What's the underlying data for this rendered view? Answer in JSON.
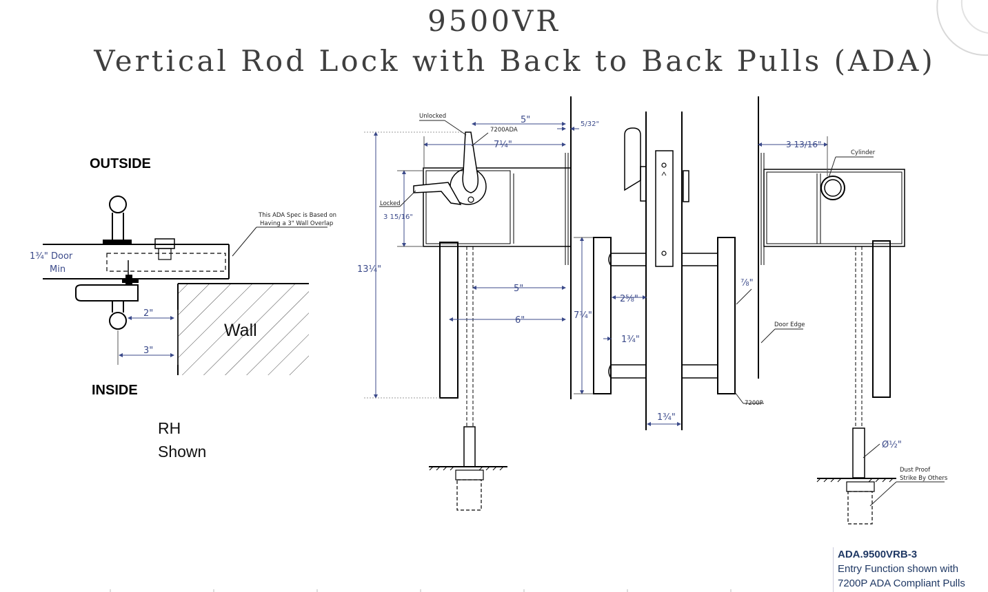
{
  "title": {
    "model": "9500VR",
    "subtitle": "Vertical Rod Lock with Back to Back Pulls (ADA)"
  },
  "left_view": {
    "outside_label": "OUTSIDE",
    "inside_label": "INSIDE",
    "door_dim": "1¾\" Door",
    "door_min": "Min",
    "dim_2": "2\"",
    "dim_3": "3\"",
    "wall_label": "Wall",
    "rh": "RH",
    "shown": "Shown",
    "note_line1": "This ADA Spec is Based on",
    "note_line2": "Having a 3\" Wall Overlap"
  },
  "side_view": {
    "unlocked": "Unlocked",
    "locked": "Locked",
    "model_7200ada": "7200ADA",
    "dim_5_top": "5\"",
    "dim_5_32": "5/32\"",
    "dim_7_1_4": "7¼\"",
    "dim_3_15_16": "3 15/16\"",
    "dim_13_1_4": "13¼\"",
    "dim_5_mid": "5\"",
    "dim_6": "6\"",
    "dim_7_3_4": "7¾\""
  },
  "front_view": {
    "dim_2_5_8": "2⅝\"",
    "dim_1_3_4_a": "1¾\"",
    "dim_1_3_4_b": "1¾\"",
    "dim_7_8": "⅞\"",
    "model_7200p": "7200P"
  },
  "right_view": {
    "dim_3_13_16": "3 13/16\"",
    "cylinder": "Cylinder",
    "door_edge": "Door Edge",
    "dia_1_2": "Ø½\"",
    "dust_proof": "Dust Proof",
    "strike": "Strike By Others"
  },
  "footer_note": {
    "code": "ADA.9500VRB-3",
    "line1": "Entry Function shown with",
    "line2": "7200P ADA Compliant Pulls"
  },
  "colors": {
    "dimension": "#3b4a8a",
    "title": "#3f3f3f",
    "note": "#1f3864"
  }
}
